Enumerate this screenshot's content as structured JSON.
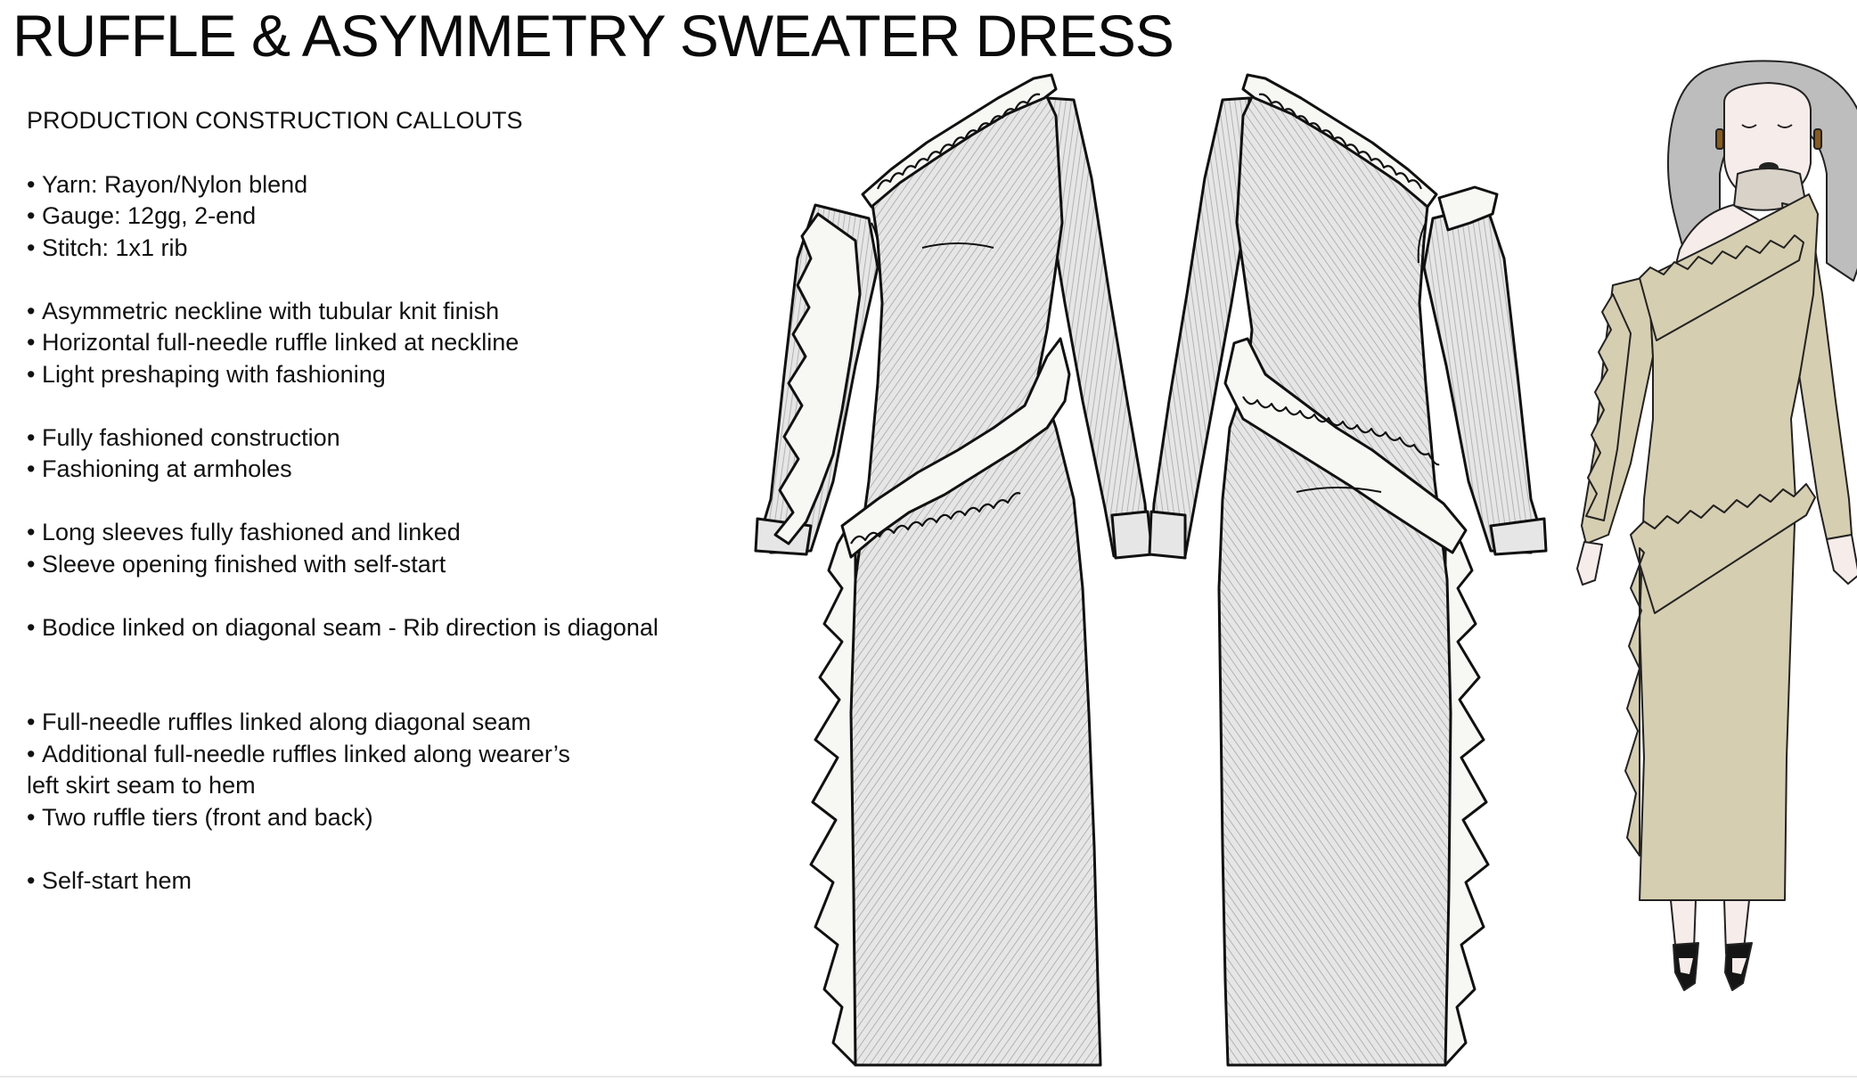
{
  "title": "RUFFLE & ASYMMETRY SWEATER DRESS",
  "callouts": {
    "heading": "PRODUCTION CONSTRUCTION CALLOUTS",
    "groups": [
      {
        "items": [
          "Yarn: Rayon/Nylon blend",
          "Gauge: 12gg, 2-end",
          "Stitch: 1x1 rib"
        ]
      },
      {
        "items": [
          "Asymmetric neckline with tubular knit finish",
          "Horizontal full-needle ruffle linked at neckline",
          "Light preshaping with fashioning"
        ]
      },
      {
        "items": [
          "Fully fashioned construction",
          "Fashioning at armholes"
        ]
      },
      {
        "items": [
          "Long sleeves fully fashioned and linked",
          "Sleeve opening finished with self-start"
        ]
      },
      {
        "items": [
          "Bodice linked on diagonal seam - Rib direction is diagonal"
        ]
      },
      {
        "items": [
          "Full-needle ruffles linked along diagonal seam",
          "Additional full-needle ruffles linked along wearer’s",
          "left skirt seam to hem",
          "Two ruffle tiers (front and back)"
        ]
      },
      {
        "items": [
          "Self-start hem"
        ]
      }
    ]
  },
  "colors": {
    "outline": "#111111",
    "knit_fill": "#e4e4e4",
    "rib_line": "#b5b5b5",
    "ruffle_fill": "#f7f7f4",
    "model_dress": "#d6ceb0",
    "model_skin": "#f6ecea",
    "model_hair": "#bdbdbd",
    "shoe": "#151515"
  }
}
